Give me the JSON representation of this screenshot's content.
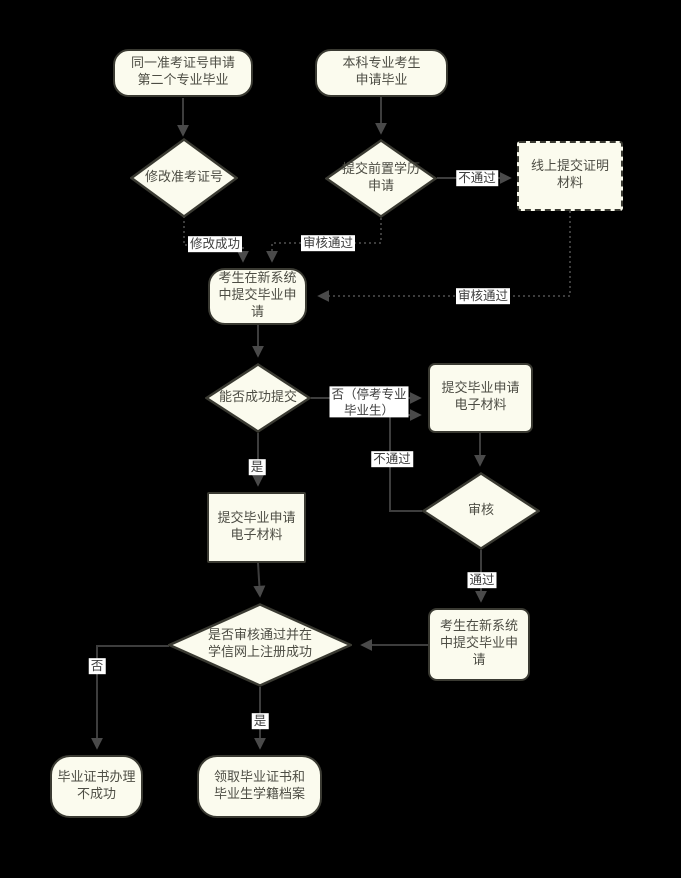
{
  "canvas": {
    "background_color": "#000000",
    "node_fill_color": "#fbfbee",
    "node_border_color": "#3a3a32",
    "connector_color": "#3d3d3d",
    "arrowhead_color": "#4a4a4a",
    "edge_label_bg_color": "#ffffff"
  },
  "nodes": {
    "start_second_major": {
      "lines": [
        "同一准考证号申请",
        "第二个专业毕业"
      ]
    },
    "start_bachelor": {
      "lines": [
        "本科专业考生",
        "申请毕业"
      ]
    },
    "modify_ticket_number": {
      "lines": [
        "修改准考证号"
      ]
    },
    "submit_prior_education": {
      "lines": [
        "提交前置学历",
        "申请"
      ]
    },
    "online_proof_materials": {
      "lines": [
        "线上提交证明",
        "材料"
      ]
    },
    "submit_grad_application": {
      "lines": [
        "考生在新系统",
        "中提交毕业申",
        "请"
      ]
    },
    "can_submit_success": {
      "lines": [
        "能否成功提交"
      ]
    },
    "submit_e_materials_right": {
      "lines": [
        "提交毕业申请",
        "电子材料"
      ]
    },
    "review": {
      "lines": [
        "审核"
      ]
    },
    "submit_e_materials_left": {
      "lines": [
        "提交毕业申请",
        "电子材料"
      ]
    },
    "review_and_register": {
      "lines": [
        "是否审核通过并在",
        "学信网上注册成功"
      ]
    },
    "submit_grad_application_2": {
      "lines": [
        "考生在新系统",
        "中提交毕业申",
        "请"
      ]
    },
    "cert_not_success": {
      "lines": [
        "毕业证书办理",
        "不成功"
      ]
    },
    "receive_cert_archive": {
      "lines": [
        "领取毕业证书和",
        "毕业生学籍档案"
      ]
    }
  },
  "edge_labels": {
    "fail_prior_edu": "不通过",
    "modify_success": "修改成功",
    "review_pass_left": "审核通过",
    "review_pass_right": "审核通过",
    "no_suspended": {
      "lines": [
        "否（停考专业",
        "毕业生）"
      ]
    },
    "fail_review": "不通过",
    "yes_submit": "是",
    "pass_review": "通过",
    "no_register": "否",
    "yes_register": "是"
  }
}
